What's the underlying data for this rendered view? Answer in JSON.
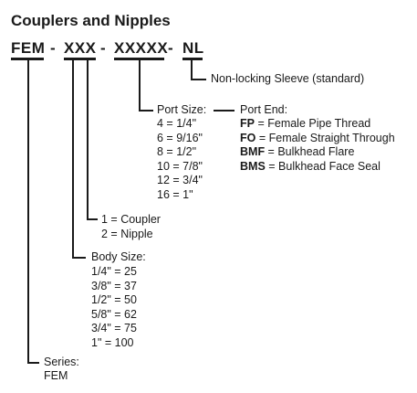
{
  "title": "Couplers and Nipples",
  "code": {
    "fem": "FEM",
    "dash": "-",
    "xxx": "XXX",
    "xxxxx": "XXXXX",
    "nl": "NL"
  },
  "nl_label": "Non-locking Sleeve (standard)",
  "port_size": {
    "heading": "Port Size:",
    "items": [
      "4 = 1/4\"",
      "6 = 9/16\"",
      "8 = 1/2\"",
      "10 = 7/8\"",
      "12 = 3/4\"",
      "16 = 1\""
    ]
  },
  "port_end": {
    "heading": "Port End:",
    "items": [
      {
        "code": "FP",
        "desc": " = Female Pipe Thread"
      },
      {
        "code": "FO",
        "desc": " = Female Straight Through"
      },
      {
        "code": "BMF",
        "desc": " = Bulkhead Flare"
      },
      {
        "code": "BMS",
        "desc": " = Bulkhead Face Seal"
      }
    ]
  },
  "type": {
    "items": [
      "1 = Coupler",
      "2 = Nipple"
    ]
  },
  "body_size": {
    "heading": "Body Size:",
    "items": [
      "1/4\" = 25",
      "3/8\" = 37",
      "1/2\" = 50",
      "5/8\" = 62",
      "3/4\" = 75",
      "1\" = 100"
    ]
  },
  "series": {
    "heading": "Series:",
    "value": "FEM"
  }
}
